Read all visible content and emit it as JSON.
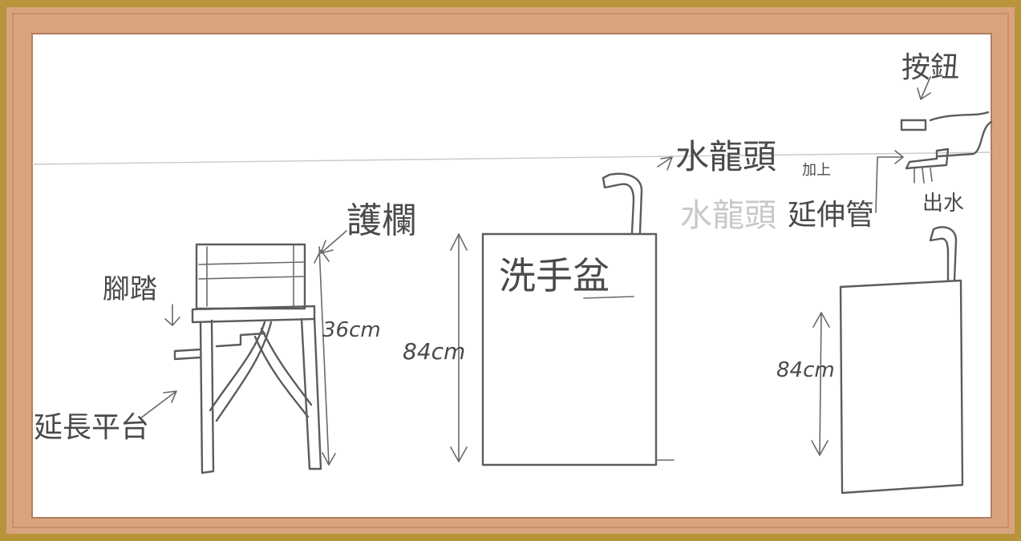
{
  "labels": {
    "guardrail": "護欄",
    "footstep": "腳踏",
    "extension_platform": "延長平台",
    "height_step": "36cm",
    "basin": "洗手盆",
    "height_basin": "84cm",
    "faucet": "水龍頭",
    "faucet_suffix": "加上",
    "faucet_ghost": "水龍頭",
    "extension_pipe": "延伸管",
    "button": "按鈕",
    "water_out": "出水",
    "height_right": "84cm"
  },
  "colors": {
    "frame_wood": "#d9a37e",
    "frame_gold": "#b8953a",
    "paper": "#ffffff",
    "pencil": "#5c5c5c"
  }
}
